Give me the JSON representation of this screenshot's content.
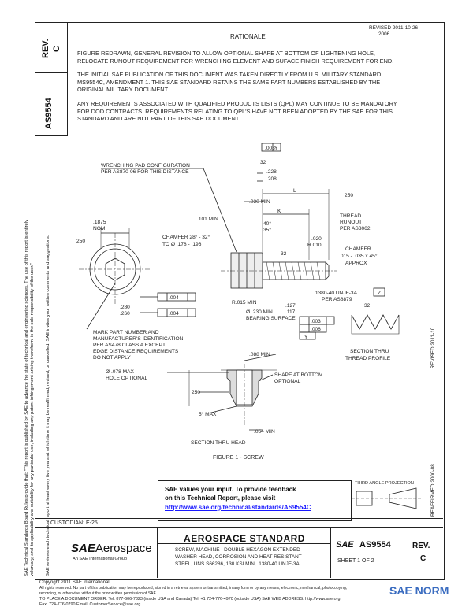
{
  "rev_label": "REV.",
  "rev_value": "C",
  "doc_number": "AS9554",
  "left_margin_notice": [
    "SAE Technical Standards Board Rules provide that: \"This report is published by SAE to advance the state of technical and engineering sciences. The use of this report is entirely",
    "voluntary, and its applicability and suitability for any particular use, including any patent infringement arising therefrom, is the sole responsibility of the user.\"",
    "SAE reviews each technical report at least every five years at which time it may be reaffirmed, revised, or cancelled. SAE invites your written comments and suggestions."
  ],
  "rationale": {
    "title": "RATIONALE",
    "header_note": [
      "REVISED  2011-10-26",
      "2006"
    ],
    "paragraphs": [
      [
        "FIGURE REDRAWN, GENERAL REVISION TO ALLOW OPTIONAL SHAPE AT BOTTOM OF LIGHTENING HOLE,",
        "RELOCATE RUNOUT REQUIREMENT FOR WRENCHING ELEMENT AND SUFACE FINISH REQUIREMENT FOR END."
      ],
      [
        "THE INITIAL SAE PUBLICATION OF THIS DOCUMENT WAS TAKEN DIRECTLY FROM U.S. MILITARY STANDARD",
        "MS9554C, AMENDMENT 1.  THIS SAE STANDARD RETAINS THE SAME PART NUMBERS ESTABLISHED BY THE",
        "ORIGINAL MILITARY DOCUMENT."
      ],
      [
        "ANY REQUIREMENTS ASSOCIATED WITH QUALIFIED PRODUCTS LISTS (QPL) MAY CONTINUE TO BE MANDATORY",
        "FOR DOD CONTRACTS.  REQUIREMENTS RELATING TO QPL'S HAVE NOT BEEN ADOPTED BY THE SAE FOR THIS",
        "STANDARD AND ARE NOT PART OF THIS SAE DOCUMENT."
      ]
    ]
  },
  "drawing": {
    "wrench_note": [
      "WRENCHING PAD CONFIGURATION",
      "PER AS870-06 FOR THIS DISTANCE"
    ],
    "dim_1875": ".1875",
    "dim_nom": "NOM",
    "dim_250_left": "250",
    "dim_280": ".280",
    "dim_260": ".260",
    "chamfer_head": [
      "CHAMFER 28° - 32°",
      "TO Ø .178 - .196"
    ],
    "dim_101": ".101 MIN",
    "dim_003": ".003",
    "datum_y": "Y",
    "dim_32_top": "32",
    "dim_228": ".228",
    "dim_208": ".208",
    "dim_030": ".030 MIN",
    "dim_L": "L",
    "dim_K": "K",
    "angle_40": "40°",
    "angle_35": "35°",
    "dim_020": ".020",
    "dim_R010": "R.010",
    "dim_32_mid": "32",
    "dim_250_right": "250",
    "thread_runout": [
      "THREAD",
      "RUNOUT",
      "PER AS3062"
    ],
    "chamfer_end": [
      "CHAMFER",
      ".015 - .035 x 45°",
      "APPROX"
    ],
    "thread_spec": [
      ".1380-40 UNJF-3A",
      "PER AS8879"
    ],
    "datum_z": "Z",
    "tol_004_a": ".004",
    "tol_004_b": ".004",
    "dim_R015": "R.015 MIN",
    "dim_230": "Ø .230 MIN",
    "bearing": "BEARING SURFACE",
    "dim_127": ".127",
    "dim_117": ".117",
    "tol_003": ".003",
    "tol_006": ".006",
    "datum_yb": "Y",
    "mark_note": [
      "MARK PART NUMBER AND",
      "MANUFACTURER'S IDENTIFICATION",
      "PER AS478 CLASS A EXCEPT",
      "EDGE DISTANCE REQUIREMENTS",
      "DO NOT APPLY"
    ],
    "dim_078": [
      "Ø .078 MAX",
      "HOLE OPTIONAL"
    ],
    "dim_088": ".088 MIN",
    "shape_note": [
      "SHAPE AT BOTTOM",
      "OPTIONAL"
    ],
    "dim_250_sec": "250",
    "dim_5max": "5° MAX",
    "dim_054": ".054 MIN",
    "section_head": "SECTION THRU HEAD",
    "section_thread": [
      "SECTION THRU",
      "THREAD PROFILE"
    ],
    "dim_32_thread": "32",
    "figure_caption": "FIGURE 1 - SCREW",
    "side_text_right": [
      "REAFFIRMED  2000-08",
      "REVISED  2011-10"
    ]
  },
  "feedback": {
    "line1": "SAE values your input. To provide feedback",
    "line2": "on this Technical Report, please visit",
    "url": "http://www.sae.org/technical/standards/AS9554C"
  },
  "projection_label": "THIRD ANGLE PROJECTION",
  "custodian": "CUSTODIAN:  E-25",
  "logo": {
    "brand": "SAE",
    "product": "Aerospace",
    "tagline": "An SAE International Group"
  },
  "standard": {
    "title": "AEROSPACE STANDARD",
    "desc": [
      "SCREW, MACHINE - DOUBLE HEXAGON EXTENDED",
      "WASHER HEAD, CORROSION AND HEAT RESISTANT",
      "STEEL, UNS S66286, 130 KSI MIN, .1380-40 UNJF-3A"
    ],
    "doc_number": "AS9554",
    "sheet": "SHEET 1 OF 2",
    "rev_label": "REV.",
    "rev_value": "C"
  },
  "footer": [
    "Copyright 2011  SAE International",
    "All rights reserved. No part of this publication may be reproduced, stored in a retrieval system or transmitted, in any form or by any means, electronic, mechanical, photocopying,",
    "recording, or otherwise, without the prior written permission of SAE.",
    "TO PLACE A DOCUMENT ORDER:    Tel: 877-606-7323 (inside USA and Canada)        Tel: +1 724-776-4970 (outside USA)              SAE WEB ADDRESS:  http://www.sae.org",
    "                                                      Fax: 724-776-0790                                 Email: CustomerService@sae.org"
  ],
  "watermark": "SAE NORM"
}
